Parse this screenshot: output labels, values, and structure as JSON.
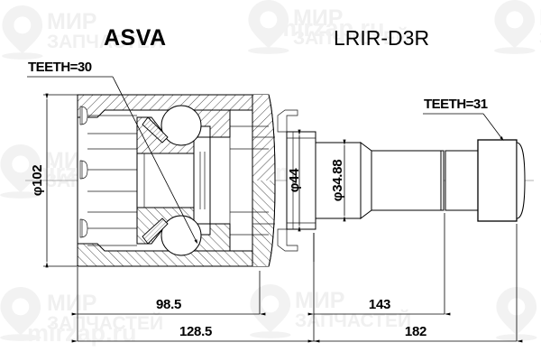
{
  "document": {
    "type": "technical-drawing",
    "subject": "CV joint inner assembly cross-section"
  },
  "header": {
    "brand": "ASVA",
    "part_number": "LRIR-D3R"
  },
  "annotations": {
    "teeth_inner_label": "TEETH=30",
    "teeth_outer_label": "TEETH=31"
  },
  "dimensions": {
    "diameter_housing": "φ102",
    "diameter_flange": "φ44",
    "diameter_shaft": "φ34.88",
    "length_housing": "98.5",
    "length_total_left": "128.5",
    "length_shaft": "143",
    "length_total_right": "182"
  },
  "watermark": {
    "line1": "МИР",
    "line2": "ЗАПЧАСТЕЙ",
    "url": "mirzap.ru"
  },
  "colors": {
    "line": "#000000",
    "centerline": "#9a9a9a",
    "watermark": "#f1f1f1",
    "background": "#ffffff"
  }
}
